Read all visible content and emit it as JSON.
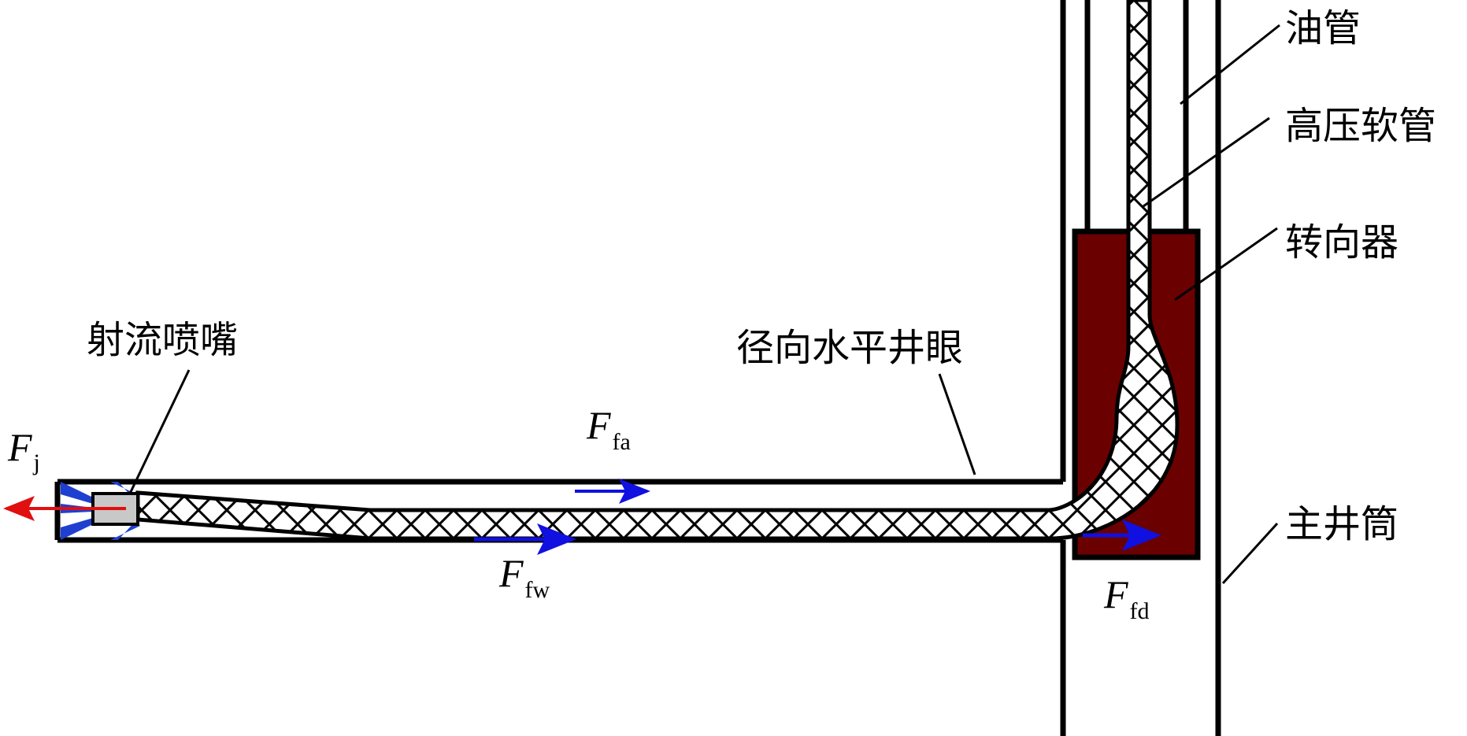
{
  "labels": {
    "tubing": "油管",
    "hose": "高压软管",
    "deflector": "转向器",
    "main_wellbore": "主井筒",
    "nozzle": "射流喷嘴",
    "radial_hole": "径向水平井眼"
  },
  "forces": {
    "jet": {
      "symbol": "F",
      "subscript": "j"
    },
    "annulus_friction": {
      "symbol": "F",
      "subscript": "fa"
    },
    "wall_friction": {
      "symbol": "F",
      "subscript": "fw"
    },
    "deflector_friction": {
      "symbol": "F",
      "subscript": "fd"
    }
  },
  "colors": {
    "outline": "#000000",
    "deflector": "#6b0000",
    "force_arrow": "#1010e0",
    "jet_arrow": "#e01010",
    "nozzle_body": "#c8c8c8",
    "nozzle_jets": "#1f3fd0"
  }
}
